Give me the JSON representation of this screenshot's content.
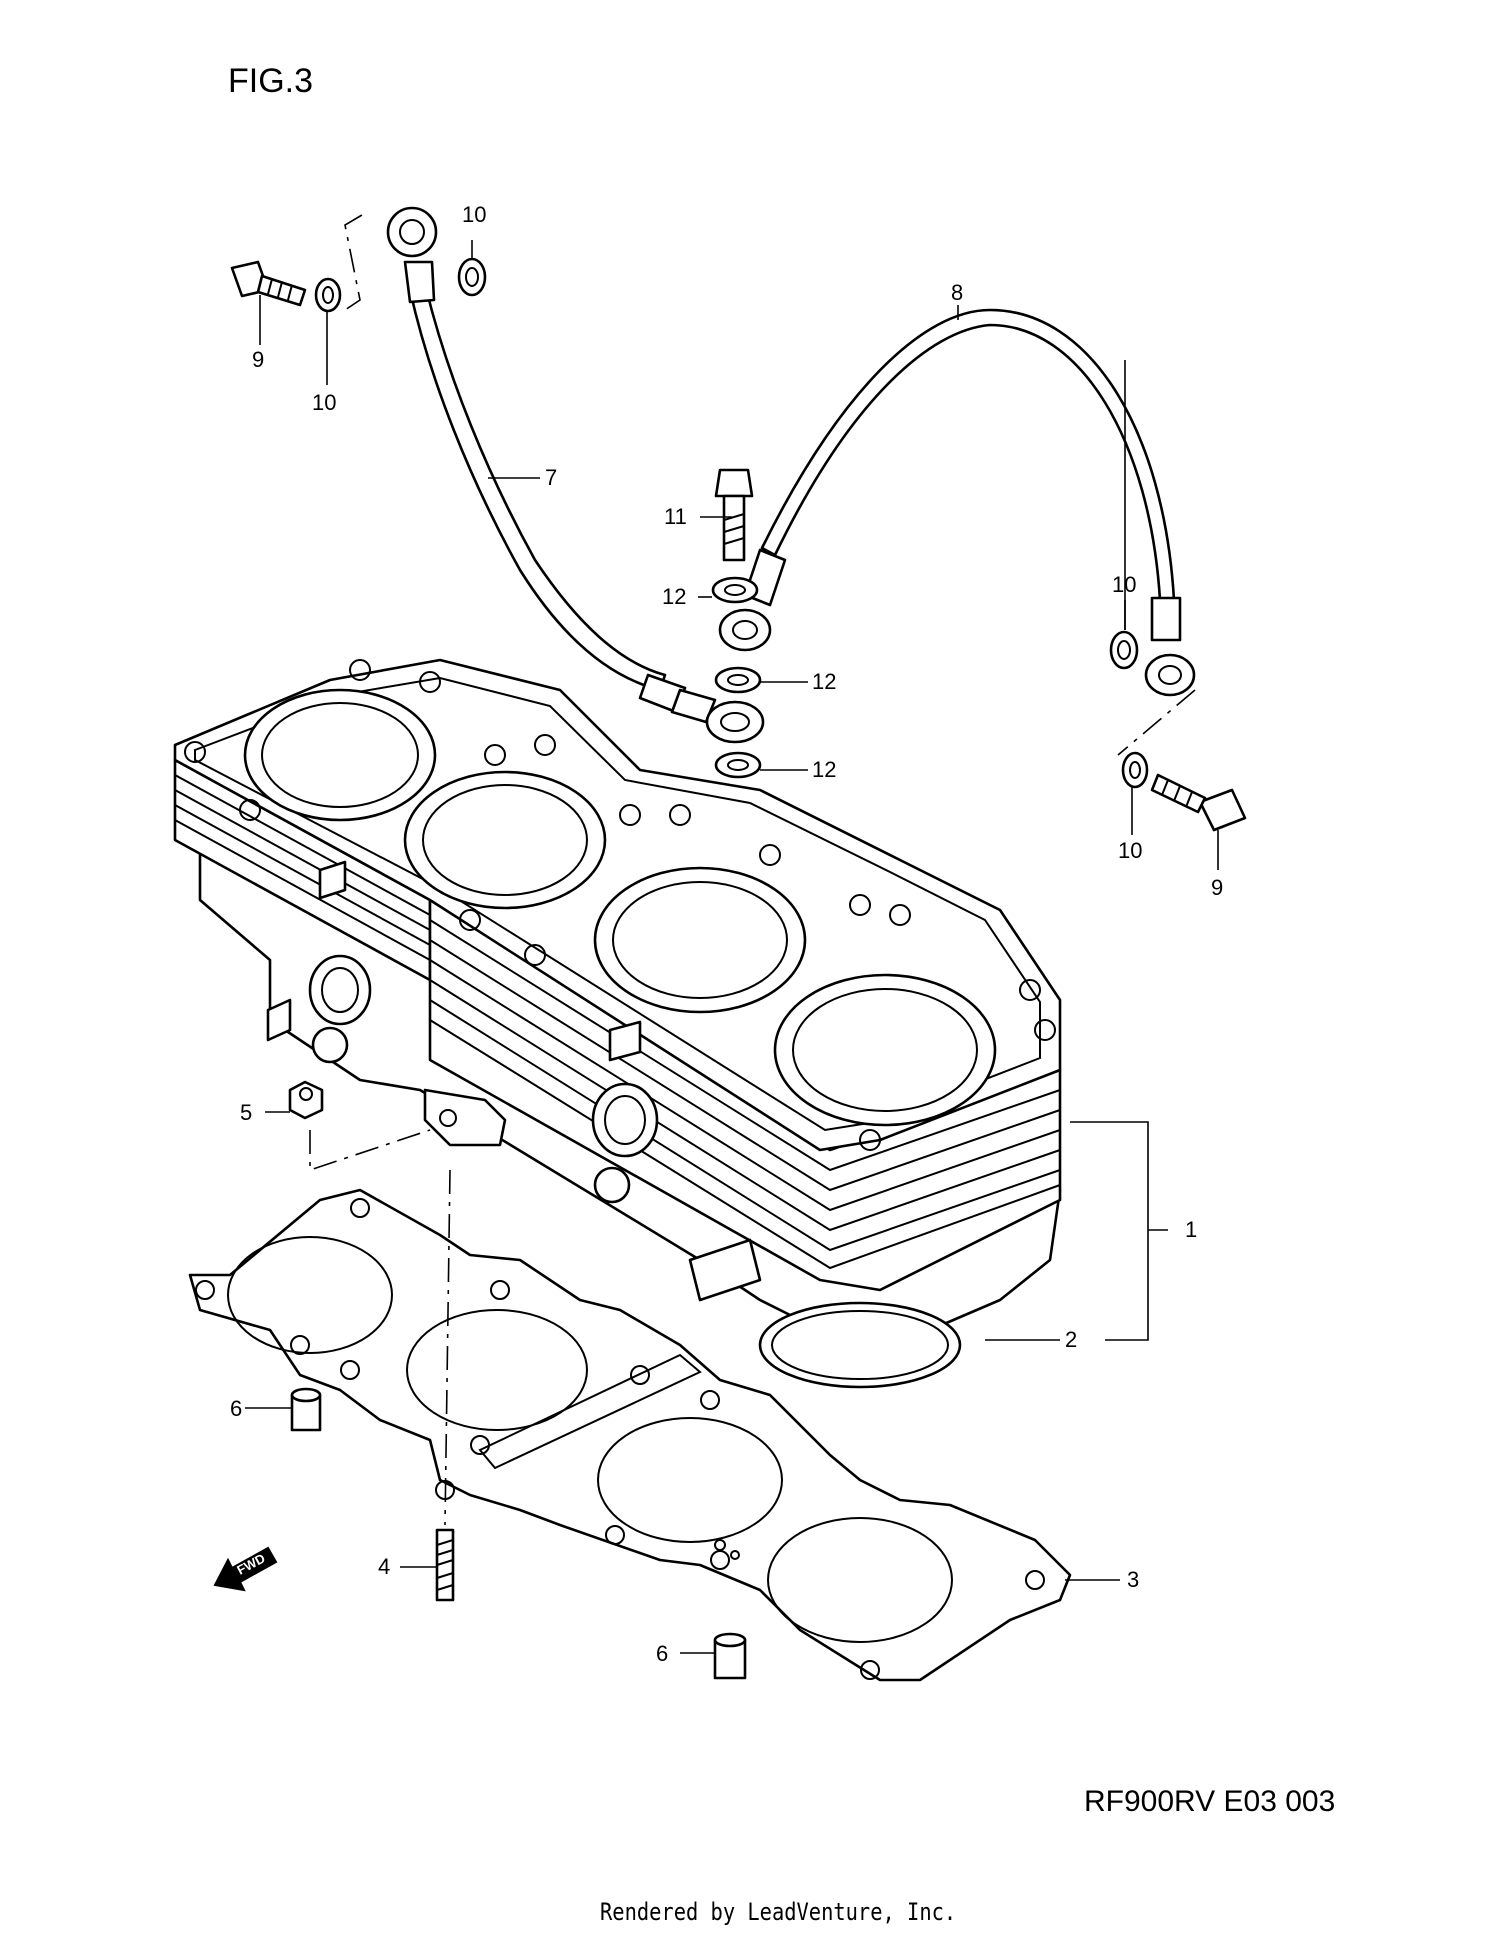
{
  "figure": {
    "title": "FIG.3",
    "diagram_code": "RF900RV E03  003",
    "render_credit": "Rendered by LeadVenture, Inc."
  },
  "callouts": {
    "c1": "1",
    "c2": "2",
    "c3": "3",
    "c4": "4",
    "c5": "5",
    "c6a": "6",
    "c6b": "6",
    "c7": "7",
    "c8": "8",
    "c9a": "9",
    "c9b": "9",
    "c10a": "10",
    "c10b": "10",
    "c10c": "10",
    "c10d": "10",
    "c11": "11",
    "c12a": "12",
    "c12b": "12",
    "c12c": "12"
  },
  "fwd_arrow": {
    "label": "FWD"
  },
  "colors": {
    "line": "#000000",
    "background": "#ffffff"
  }
}
